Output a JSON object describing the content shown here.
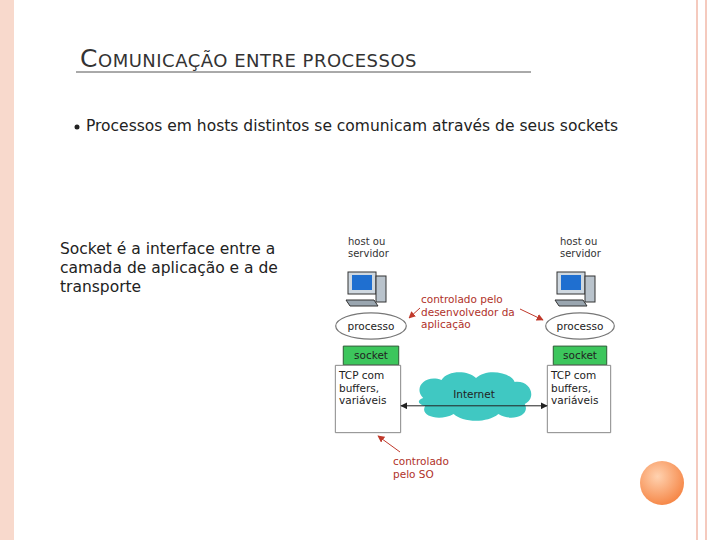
{
  "diagram": {
    "title": "COMUNICAÇÃO ENTRE PROCESSOS",
    "nodes": [
      {
        "text": [
          "processo"
        ]
      },
      {
        "text": [
          "processo"
        ]
      },
      {
        "text": [
          "socket"
        ]
      },
      {
        "text": [
          "socket"
        ]
      },
      {
        "text": [
          "TCP com buffers, variáveis"
        ]
      },
      {
        "text": [
          "Internet"
        ]
      },
      {
        "text": [
          "TCP com buffers, variáveis"
        ]
      }
    ],
    "edges": [
      {
        "from": 4,
        "to": 6,
        "arrow": "both"
      }
    ],
    "labels": [
      "Processos em hosts distintos se comunicam através de seus sockets",
      "Socket é a interface entre a camada de aplicação e a de transporte",
      "host ou servidor",
      "host ou servidor",
      "controlado pelo desenvolvedor da aplicação",
      "controlado pelo SO"
    ]
  }
}
